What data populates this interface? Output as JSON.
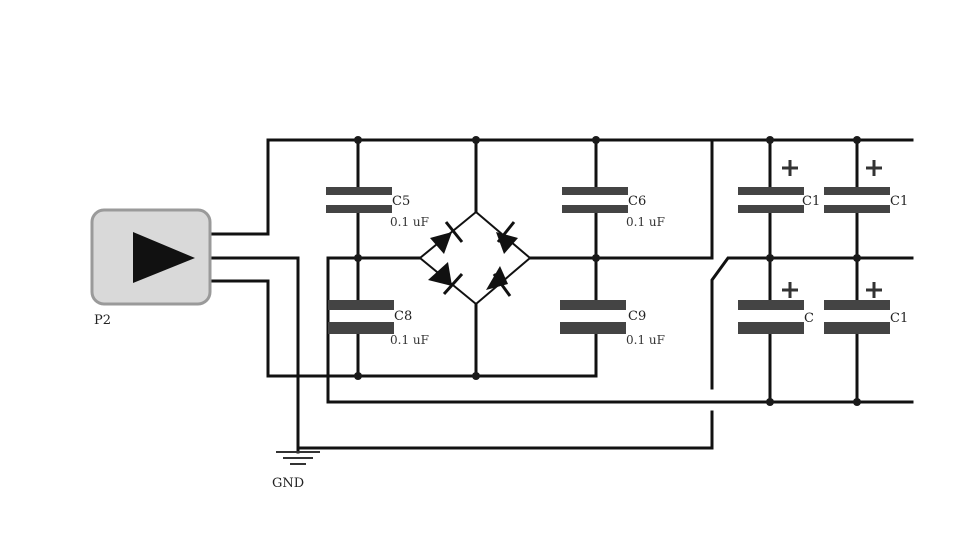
{
  "connector": {
    "ref": "P2"
  },
  "ground": {
    "label": "GND"
  },
  "capacitors": [
    {
      "ref": "C5",
      "value": "0.1 uF"
    },
    {
      "ref": "C6",
      "value": "0.1 uF"
    },
    {
      "ref": "C8",
      "value": "0.1 uF"
    },
    {
      "ref": "C9",
      "value": "0.1 uF"
    },
    {
      "ref": "C1",
      "value": ""
    },
    {
      "ref": "C1",
      "value": ""
    },
    {
      "ref": "C",
      "value": ""
    },
    {
      "ref": "C1",
      "value": ""
    }
  ]
}
